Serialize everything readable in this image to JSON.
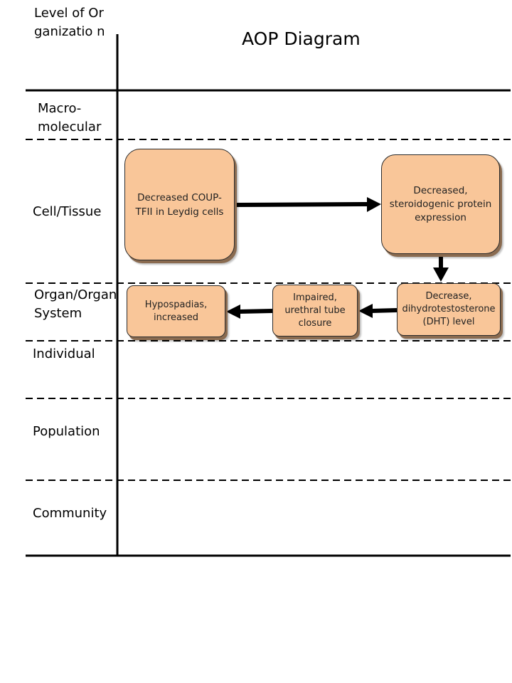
{
  "header": {
    "level_column_title": "Level of Organizatio n",
    "diagram_title": "AOP Diagram"
  },
  "levels": [
    {
      "id": "macromolecular",
      "label": "Macro- molecular"
    },
    {
      "id": "cell_tissue",
      "label": "Cell/Tissue"
    },
    {
      "id": "organ",
      "label": "Organ/Organ System"
    },
    {
      "id": "individual",
      "label": "Individual"
    },
    {
      "id": "population",
      "label": "Population"
    },
    {
      "id": "community",
      "label": "Community"
    }
  ],
  "events": {
    "coup_tfii": "Decreased COUP-TFII in Leydig cells",
    "steroidogenic": "Decreased, steroidogenic protein expression",
    "dht": "Decrease, dihydrotestosterone (DHT) level",
    "urethral": "Impaired, urethral tube closure",
    "hypospadias": "Hypospadias, increased"
  },
  "relationships": [
    {
      "from": "Decreased COUP-TFII in Leydig cells",
      "to": "Decreased, steroidogenic protein expression"
    },
    {
      "from": "Decreased, steroidogenic protein expression",
      "to": "Decrease, dihydrotestosterone (DHT) level"
    },
    {
      "from": "Decrease, dihydrotestosterone (DHT) level",
      "to": "Impaired, urethral tube closure"
    },
    {
      "from": "Impaired, urethral tube closure",
      "to": "Hypospadias, increased"
    }
  ],
  "colors": {
    "box_fill": "#f9c699",
    "line": "#000000"
  }
}
